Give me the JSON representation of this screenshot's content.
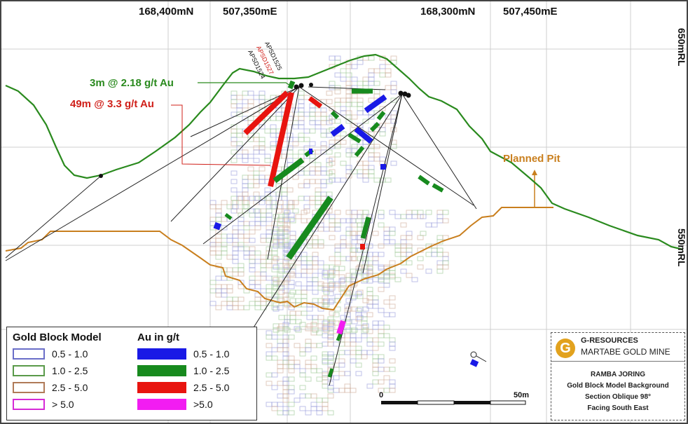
{
  "coords": {
    "n1": "168,400mN",
    "e1": "507,350mE",
    "n2": "168,300mN",
    "e2": "507,450mE",
    "rl_upper": "650mRL",
    "rl_lower": "550mRL"
  },
  "callouts": {
    "green": "3m @ 2.18 g/t Au",
    "red": "49m @ 3.3 g/t Au"
  },
  "holes": [
    {
      "name": "APSD1525",
      "color": "#111111"
    },
    {
      "name": "APSD1527",
      "color": "#d0201a"
    },
    {
      "name": "APSD1524",
      "color": "#111111"
    }
  ],
  "planned_pit_label": "Planned Pit",
  "legend": {
    "block_model_title": "Gold Block Model",
    "au_title": "Au in g/t",
    "block_model": [
      {
        "label": "0.5 - 1.0",
        "color": "#6a6ec8"
      },
      {
        "label": "1.0 - 2.5",
        "color": "#5a9a4a"
      },
      {
        "label": "2.5 - 5.0",
        "color": "#b07a58"
      },
      {
        "label": "> 5.0",
        "color": "#d62ad6"
      }
    ],
    "au": [
      {
        "label": "0.5 - 1.0",
        "color": "#1a1ae6"
      },
      {
        "label": "1.0 - 2.5",
        "color": "#178a1e"
      },
      {
        "label": "2.5 - 5.0",
        "color": "#e8140f"
      },
      {
        "label": ">5.0",
        "color": "#f21cf2"
      }
    ]
  },
  "info": {
    "brand": "G-RESOURCES",
    "mine": "MARTABE GOLD MINE",
    "line1": "RAMBA JORING",
    "line2": "Gold Block Model Background",
    "line3": "Section Oblique 98°",
    "line4": "Facing South East",
    "logo_letter": "G"
  },
  "scale": {
    "start": "0",
    "end": "50m"
  },
  "colors": {
    "topography": "#2a8a1e",
    "pit": "#c97f1e",
    "grid": "#c8c8c8",
    "green_callout": "#2a8a1e",
    "red_callout": "#d0201a"
  }
}
